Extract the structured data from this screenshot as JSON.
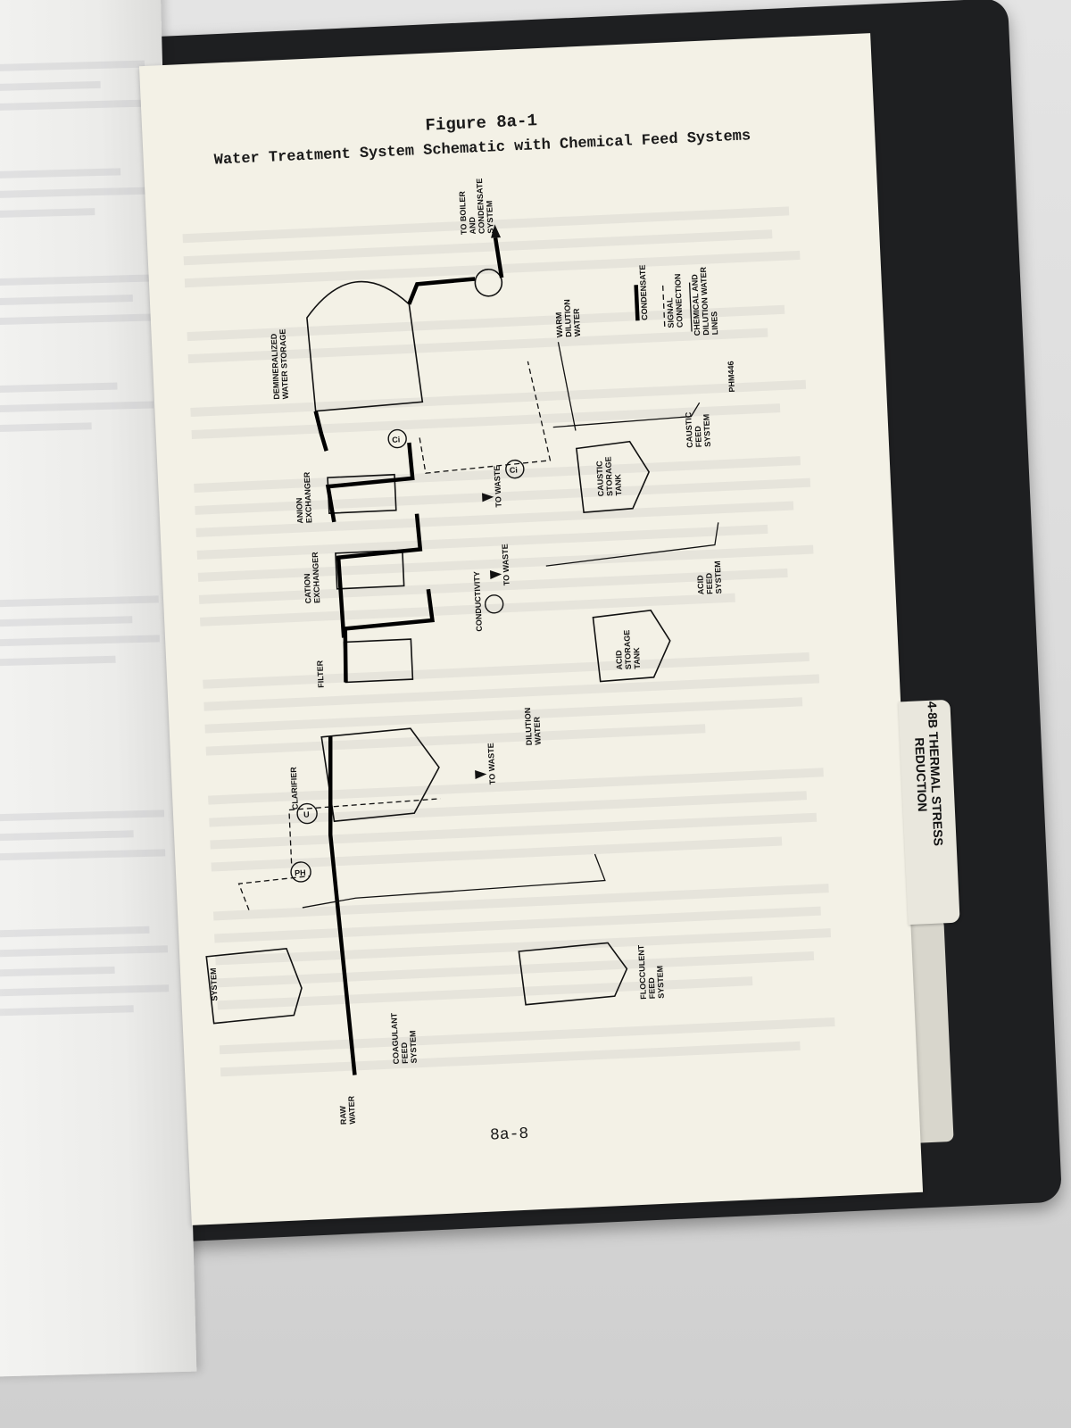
{
  "figure": {
    "number": "Figure 8a-1",
    "title": "Water Treatment System Schematic with Chemical Feed Systems"
  },
  "labels": {
    "demin_storage_1": "DEMINERALIZED",
    "demin_storage_2": "WATER STORAGE",
    "to_boiler_1": "TO BOILER",
    "to_boiler_2": "AND",
    "to_boiler_3": "CONDENSATE",
    "to_boiler_4": "SYSTEM",
    "anion_1": "ANION",
    "anion_2": "EXCHANGER",
    "cation_1": "CATION",
    "cation_2": "EXCHANGER",
    "filter": "FILTER",
    "clarifier": "CLARIFIER",
    "conductivity": "CONDUCTIVITY",
    "to_waste": "TO WASTE",
    "dilution_water_1": "DILUTION",
    "dilution_water_2": "WATER",
    "warm_dilution_1": "WARM",
    "warm_dilution_2": "DILUTION",
    "warm_dilution_3": "WATER",
    "caustic_tank_1": "CAUSTIC",
    "caustic_tank_2": "STORAGE",
    "caustic_tank_3": "TANK",
    "caustic_feed_1": "CAUSTIC",
    "caustic_feed_2": "FEED",
    "caustic_feed_3": "SYSTEM",
    "acid_tank_1": "ACID",
    "acid_tank_2": "STORAGE",
    "acid_tank_3": "TANK",
    "acid_feed_1": "ACID",
    "acid_feed_2": "FEED",
    "acid_feed_3": "SYSTEM",
    "coagulant_1": "COAGULANT",
    "coagulant_2": "FEED",
    "coagulant_3": "SYSTEM",
    "flocculent_1": "FLOCCULENT",
    "flocculent_2": "FEED",
    "flocculent_3": "SYSTEM",
    "raw_water_1": "RAW",
    "raw_water_2": "WATER",
    "ph": "PH",
    "u": "U",
    "ci": "Ci",
    "legend_condensate": "CONDENSATE",
    "legend_signal_1": "SIGNAL",
    "legend_signal_2": "CONNECTION",
    "legend_chem_1": "CHEMICAL AND",
    "legend_chem_2": "DILUTION WATER",
    "legend_chem_3": "LINES",
    "drawing_id": "PHM446",
    "system_cut": "SYSTEM"
  },
  "page_number": "8a-8",
  "tab": {
    "code": "4-8B",
    "title_line1": "THERMAL STRESS",
    "title_line2": "REDUCTION"
  }
}
